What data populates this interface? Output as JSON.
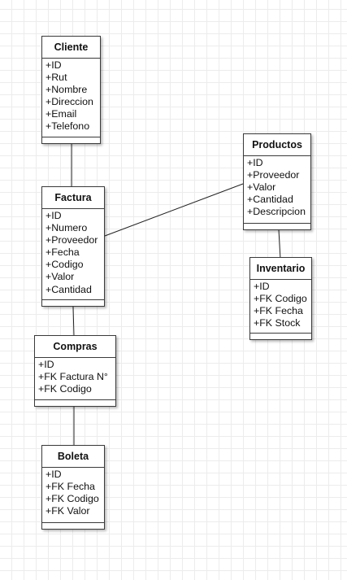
{
  "entities": [
    {
      "id": "cliente",
      "name": "Cliente",
      "attributes": [
        "+ID",
        "+Rut",
        "+Nombre",
        "+Direccion",
        "+Email",
        "+Telefono"
      ]
    },
    {
      "id": "factura",
      "name": "Factura",
      "attributes": [
        "+ID",
        "+Numero",
        "+Proveedor",
        "+Fecha",
        "+Codigo",
        "+Valor",
        "+Cantidad"
      ]
    },
    {
      "id": "productos",
      "name": "Productos",
      "attributes": [
        "+ID",
        "+Proveedor",
        "+Valor",
        "+Cantidad",
        "+Descripcion"
      ]
    },
    {
      "id": "inventario",
      "name": "Inventario",
      "attributes": [
        "+ID",
        "+FK Codigo",
        "+FK Fecha",
        "+FK Stock"
      ]
    },
    {
      "id": "compras",
      "name": "Compras",
      "attributes": [
        "+ID",
        "+FK Factura N°",
        "+FK Codigo"
      ]
    },
    {
      "id": "boleta",
      "name": "Boleta",
      "attributes": [
        "+ID",
        "+FK Fecha",
        "+FK Codigo",
        "+FK Valor"
      ]
    }
  ],
  "connectors": [
    {
      "from": "cliente",
      "to": "factura"
    },
    {
      "from": "factura",
      "to": "productos"
    },
    {
      "from": "productos",
      "to": "inventario"
    },
    {
      "from": "factura",
      "to": "compras"
    },
    {
      "from": "compras",
      "to": "boleta"
    }
  ]
}
